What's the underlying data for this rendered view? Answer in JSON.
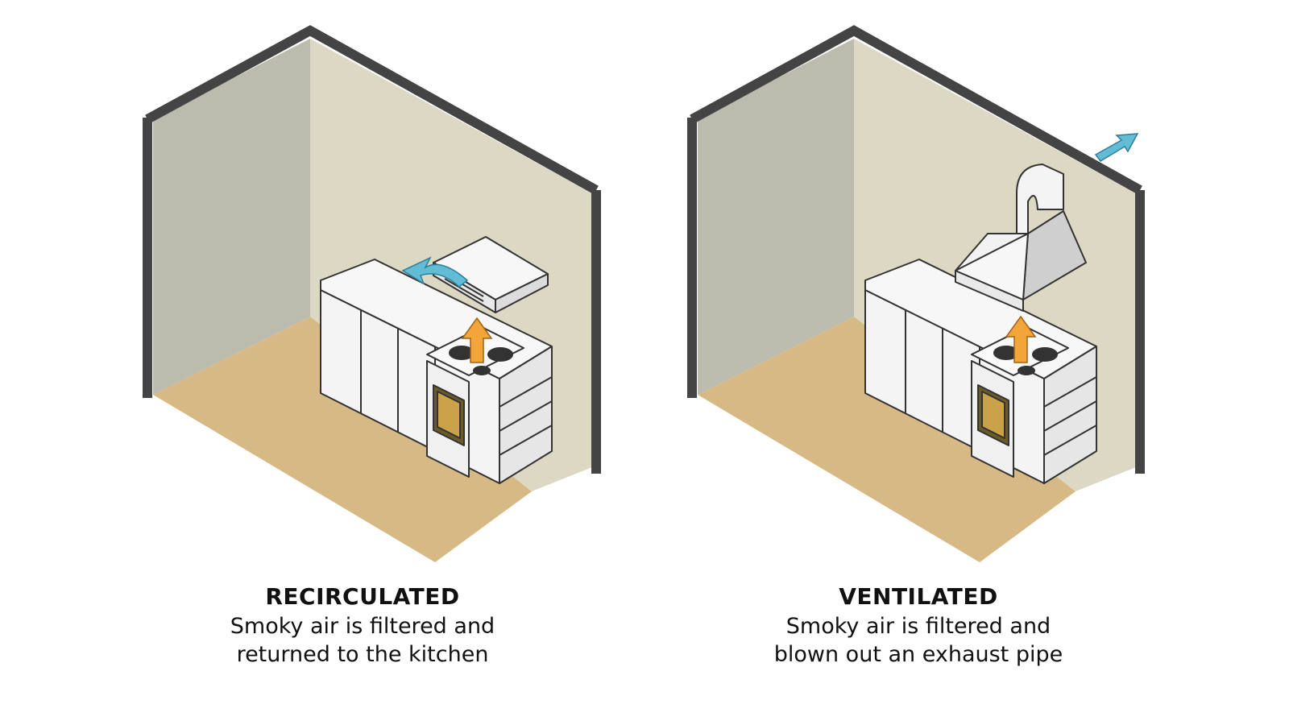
{
  "colors": {
    "wall_back": "#dcd8c4",
    "wall_side": "#bbbcae",
    "wall_edge": "#444444",
    "floor": "#d7b985",
    "cabinet": "#f4f4f4",
    "outline": "#333333",
    "heat_arrow": "#f2a63a",
    "air_arrow": "#63bcd6"
  },
  "panels": [
    {
      "id": "recirculated",
      "title": "RECIRCULATED",
      "description_lines": [
        "Smoky air is filtered and",
        "returned to the kitchen"
      ],
      "hood": "under-cabinet-hood",
      "airflow": "returned-to-kitchen"
    },
    {
      "id": "ventilated",
      "title": "VENTILATED",
      "description_lines": [
        "Smoky air is filtered and",
        "blown out an exhaust pipe"
      ],
      "hood": "chimney-hood",
      "airflow": "exhausted-outside"
    }
  ]
}
